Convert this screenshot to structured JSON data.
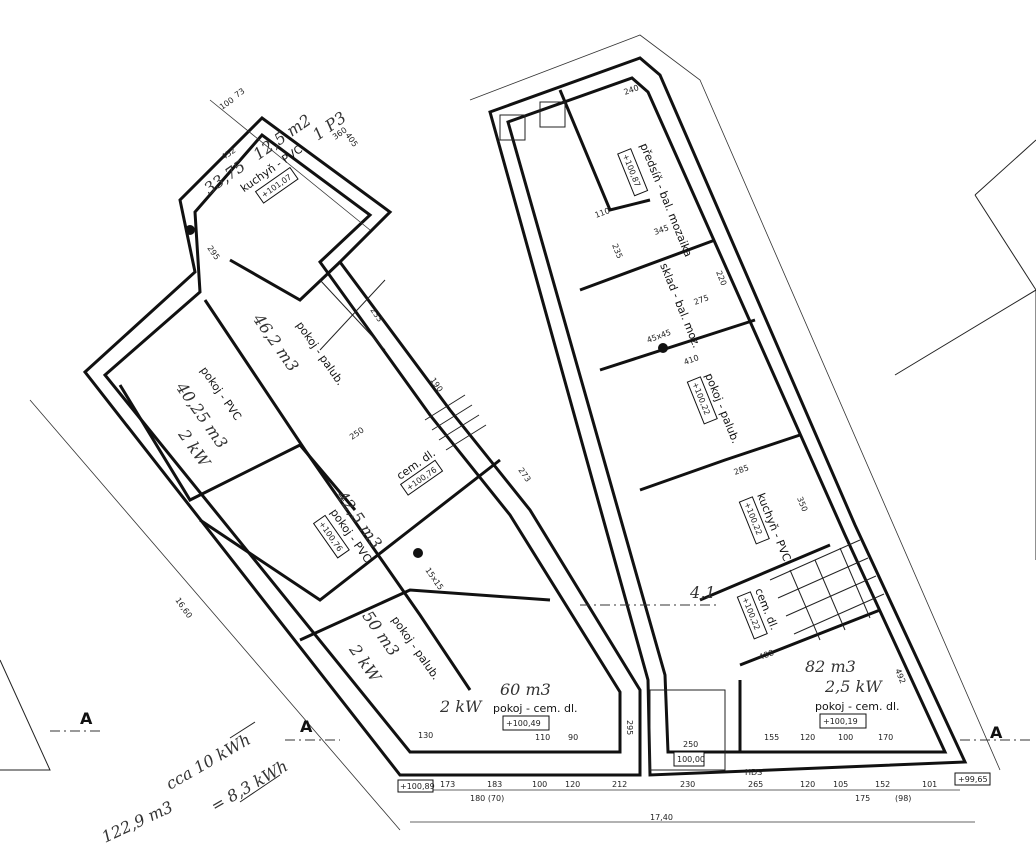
{
  "rooms": [
    {
      "name": "kuchyň - PVC",
      "level": "+101,07",
      "area": "12,5 m2",
      "volume": "33,75",
      "note": "1 P3"
    },
    {
      "name": "pokoj - PVC",
      "area": "40,25 m3",
      "note": "2 kW"
    },
    {
      "name": "pokoj - palub.",
      "area": "46,2 m3"
    },
    {
      "name": "pokoj - PVC",
      "level": "+100,76",
      "area": "42,5 m3"
    },
    {
      "name": "cem. dl.",
      "level": "+100,76"
    },
    {
      "name": "pokoj - palub.",
      "area": "50 m3",
      "note": "2 kW"
    },
    {
      "name": "pokoj - cem. dl.",
      "level": "+100,49",
      "area": "60 m3",
      "note": "2 kW"
    },
    {
      "name": "předsíň - bal. mozaika",
      "level": "+100,87"
    },
    {
      "name": "sklad - bal. moz.",
      "level": ""
    },
    {
      "name": "pokoj - palub.",
      "level": "+100,22"
    },
    {
      "name": "kuchyň - PVC",
      "level": "+100,22"
    },
    {
      "name": "cem. dl.",
      "level": "+100,22"
    },
    {
      "name": "pokoj - cem. dl.",
      "level": "+100,19",
      "area": "82 m3",
      "note": "2,5 kW"
    },
    {
      "name": "",
      "level": "100,00"
    }
  ],
  "levels": {
    "left_corner": "+100,89",
    "right_corner": "+99,65"
  },
  "section_marks": [
    "A",
    "A",
    "A"
  ],
  "bottom_dims": [
    "173",
    "183",
    "100",
    "120",
    "212",
    "230",
    "265",
    "120",
    "105",
    "152",
    "101"
  ],
  "bottom_dims_sub": [
    "180 (70)",
    "175",
    "(98)"
  ],
  "overall_dim": "17,40",
  "left_overall_dim": "16,60",
  "other_dims": [
    "360",
    "100",
    "73",
    "405",
    "452",
    "295",
    "240",
    "345",
    "235",
    "110",
    "220",
    "275",
    "410",
    "285",
    "350",
    "488",
    "492",
    "155",
    "120",
    "100",
    "170",
    "130",
    "110",
    "90",
    "295",
    "250",
    "233",
    "250",
    "190",
    "273",
    "15x15",
    "45x45",
    "HDS",
    "4,1"
  ],
  "handwritten": {
    "line1": "cca 10 kWh",
    "line2": "= 8,3 kWh",
    "line3": "122,9 m3"
  }
}
